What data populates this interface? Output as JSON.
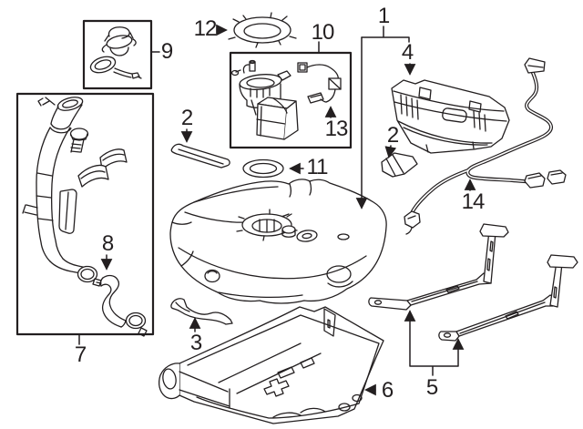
{
  "colors": {
    "background": "#ffffff",
    "line": "#231f20"
  },
  "callouts": {
    "c1": {
      "label": "1"
    },
    "c2_upper": {
      "label": "2"
    },
    "c2_right": {
      "label": "2"
    },
    "c3": {
      "label": "3"
    },
    "c4": {
      "label": "4"
    },
    "c5": {
      "label": "5"
    },
    "c6": {
      "label": "6"
    },
    "c7": {
      "label": "7"
    },
    "c8": {
      "label": "8"
    },
    "c9": {
      "label": "9"
    },
    "c10": {
      "label": "10"
    },
    "c11": {
      "label": "11"
    },
    "c12": {
      "label": "12"
    },
    "c13": {
      "label": "13"
    },
    "c14": {
      "label": "14"
    }
  }
}
